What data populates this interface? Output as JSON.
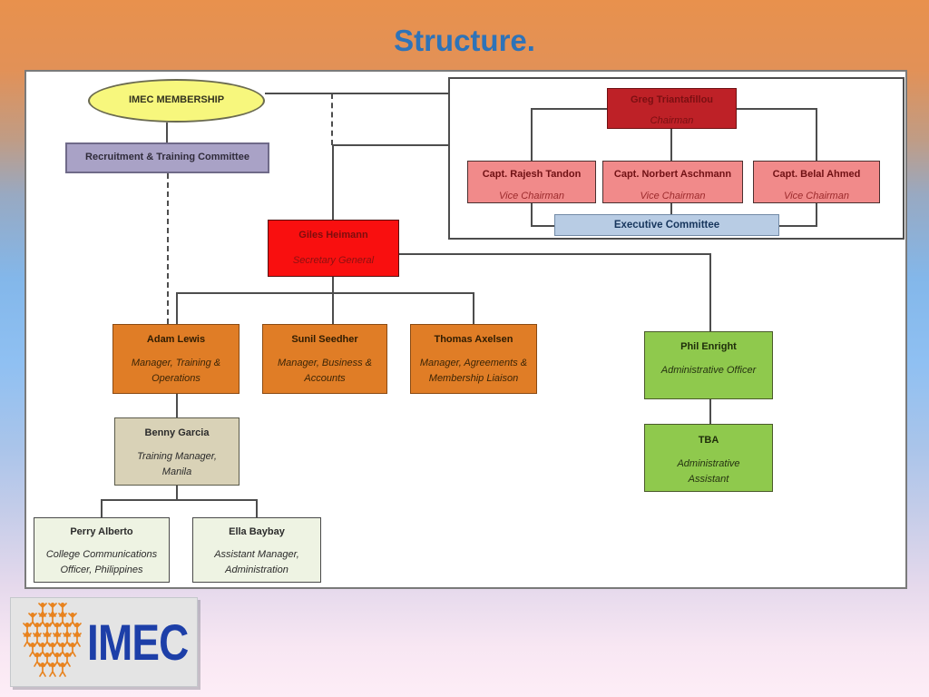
{
  "slide": {
    "title": "Structure."
  },
  "org": {
    "membership": {
      "label": "IMEC MEMBERSHIP"
    },
    "committee": {
      "label": "Recruitment & Training Committee"
    },
    "chairman": {
      "name": "Greg Triantafillou",
      "role": "Chairman"
    },
    "vice_chairmen": [
      {
        "name": "Capt. Rajesh Tandon",
        "role": "Vice Chairman"
      },
      {
        "name": "Capt. Norbert Aschmann",
        "role": "Vice Chairman"
      },
      {
        "name": "Capt. Belal Ahmed",
        "role": "Vice Chairman"
      }
    ],
    "executive_committee": {
      "label": "Executive Committee"
    },
    "secretary_general": {
      "name": "Giles Heimann",
      "role": "Secretary General"
    },
    "managers": [
      {
        "name": "Adam Lewis",
        "role": "Manager, Training & Operations"
      },
      {
        "name": "Sunil Seedher",
        "role": "Manager, Business & Accounts"
      },
      {
        "name": "Thomas Axelsen",
        "role": "Manager, Agreements & Membership Liaison"
      }
    ],
    "admin_officer": {
      "name": "Phil Enright",
      "role": "Administrative Officer"
    },
    "admin_assistant": {
      "name": "TBA",
      "role": "Administrative Assistant"
    },
    "training_manager": {
      "name": "Benny Garcia",
      "role": "Training Manager, Manila"
    },
    "college_comms": {
      "name": "Perry Alberto",
      "role": "College Communications Officer, Philippines"
    },
    "assistant_manager": {
      "name": "Ella Baybay",
      "role": "Assistant Manager, Administration"
    }
  },
  "logo": {
    "text": "IMEC",
    "icon": "people-pyramid-icon"
  },
  "colors": {
    "title_blue": "#2e73b8",
    "background_top_orange": "#e8914d",
    "background_mid_blue": "#8fc0f2",
    "background_bottom_pink": "#fdedf6",
    "membership_yellow": "#f7f77d",
    "committee_purple": "#a9a2c6",
    "chairman_dark_red": "#be2127",
    "vice_chairman_pink": "#f18a8a",
    "executive_light_blue": "#b8cce4",
    "secretary_red": "#f90f0f",
    "manager_orange": "#e07d26",
    "admin_green": "#8fc94d",
    "training_tan": "#d9d2b7",
    "staff_light_green": "#eef3e3",
    "logo_blue": "#1d3fa8",
    "logo_orange": "#e8831f",
    "connector_gray": "#4d4d4d"
  }
}
